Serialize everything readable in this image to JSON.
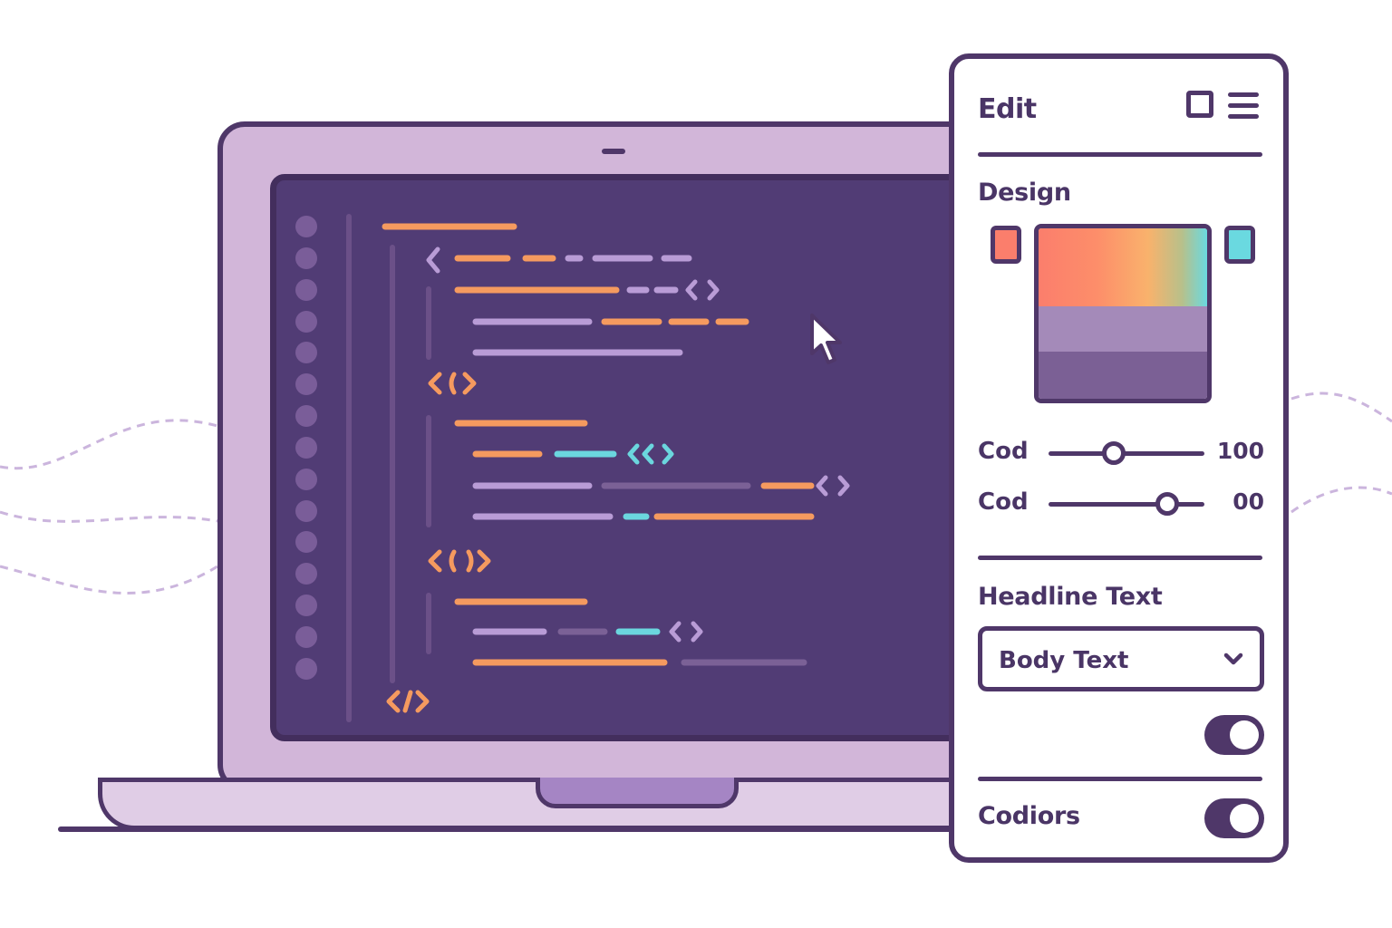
{
  "panel": {
    "title": "Edit",
    "design_label": "Design",
    "swatches": [
      {
        "name": "coral",
        "color": "#fb7e6c"
      },
      {
        "name": "cyan",
        "color": "#6ad9e0"
      }
    ],
    "sliders": [
      {
        "label": "Cod",
        "value": "100",
        "level": 0.42
      },
      {
        "label": "Cod",
        "value": "00",
        "level": 0.76
      }
    ],
    "headline_label": "Headline Text",
    "dropdown_value": "Body Text",
    "toggles": [
      {
        "label": "",
        "on": true
      },
      {
        "label": "Codiors",
        "on": true
      }
    ]
  },
  "colors": {
    "outline": "#4f3769",
    "screen": "#513c75",
    "lid": "#d2b6d9",
    "code_orange": "#f59a5f",
    "code_lavender": "#b99cd6",
    "code_cyan": "#6bd6de",
    "code_muted": "#7b6196"
  },
  "icons": [
    "square-view-icon",
    "menu-icon",
    "chevron-down-icon",
    "mouse-cursor-icon",
    "code-bracket-icon"
  ]
}
